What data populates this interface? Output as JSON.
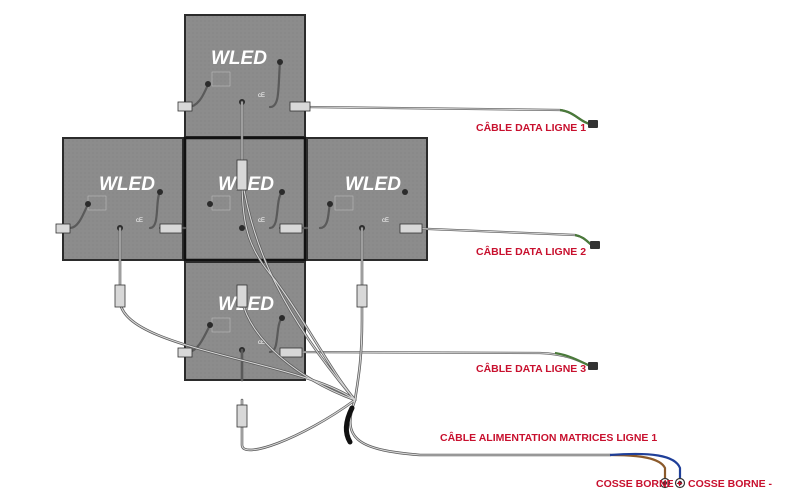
{
  "panels": [
    {
      "id": "top",
      "brand": "WLED"
    },
    {
      "id": "left",
      "brand": "WLED"
    },
    {
      "id": "center",
      "brand": "WLED"
    },
    {
      "id": "right",
      "brand": "WLED"
    },
    {
      "id": "bottom",
      "brand": "WLED"
    }
  ],
  "labels": {
    "data_line_1": "CÂBLE DATA LIGNE 1",
    "data_line_2": "CÂBLE DATA LIGNE 2",
    "data_line_3": "CÂBLE DATA LIGNE 3",
    "power_line_1": "CÂBLE ALIMENTATION MATRICES LIGNE 1",
    "terminal_plus": "COSSE BORNE +",
    "terminal_minus": "COSSE BORNE -"
  },
  "colors": {
    "panel_fill": "#8c8c8c",
    "panel_border": "#2b2b2b",
    "label_red": "#c8102e",
    "wire_brown": "#8b5a2b",
    "wire_blue": "#1f3f99",
    "data_green": "#4a7a3a"
  }
}
